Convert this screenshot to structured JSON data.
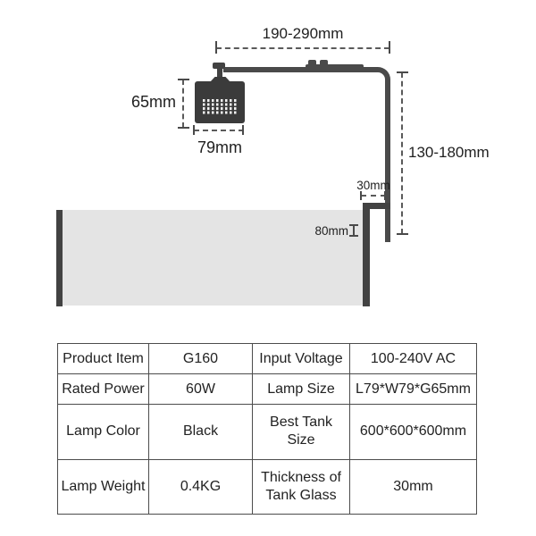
{
  "diagram": {
    "labels": {
      "arm_length_range": "190-290mm",
      "lamp_height": "65mm",
      "lamp_width": "79mm",
      "mount_height_range": "130-180mm",
      "clamp_opening": "30mm",
      "bracket_depth": "80mm"
    },
    "colors": {
      "fixture_dark": "#3b3b3b",
      "fixture_mid": "#4a4a4a",
      "water_fill": "#e4e4e4",
      "dimension_line": "#5a5a5a",
      "text": "#1f1f1f"
    }
  },
  "spec_table": {
    "rows": [
      [
        "Product Item",
        "G160",
        "Input Voltage",
        "100-240V AC"
      ],
      [
        "Rated Power",
        "60W",
        "Lamp Size",
        "L79*W79*G65mm"
      ],
      [
        "Lamp Color",
        "Black",
        "Best Tank Size",
        "600*600*600mm"
      ],
      [
        "Lamp Weight",
        "0.4KG",
        "Thickness of Tank Glass",
        "30mm"
      ]
    ]
  }
}
